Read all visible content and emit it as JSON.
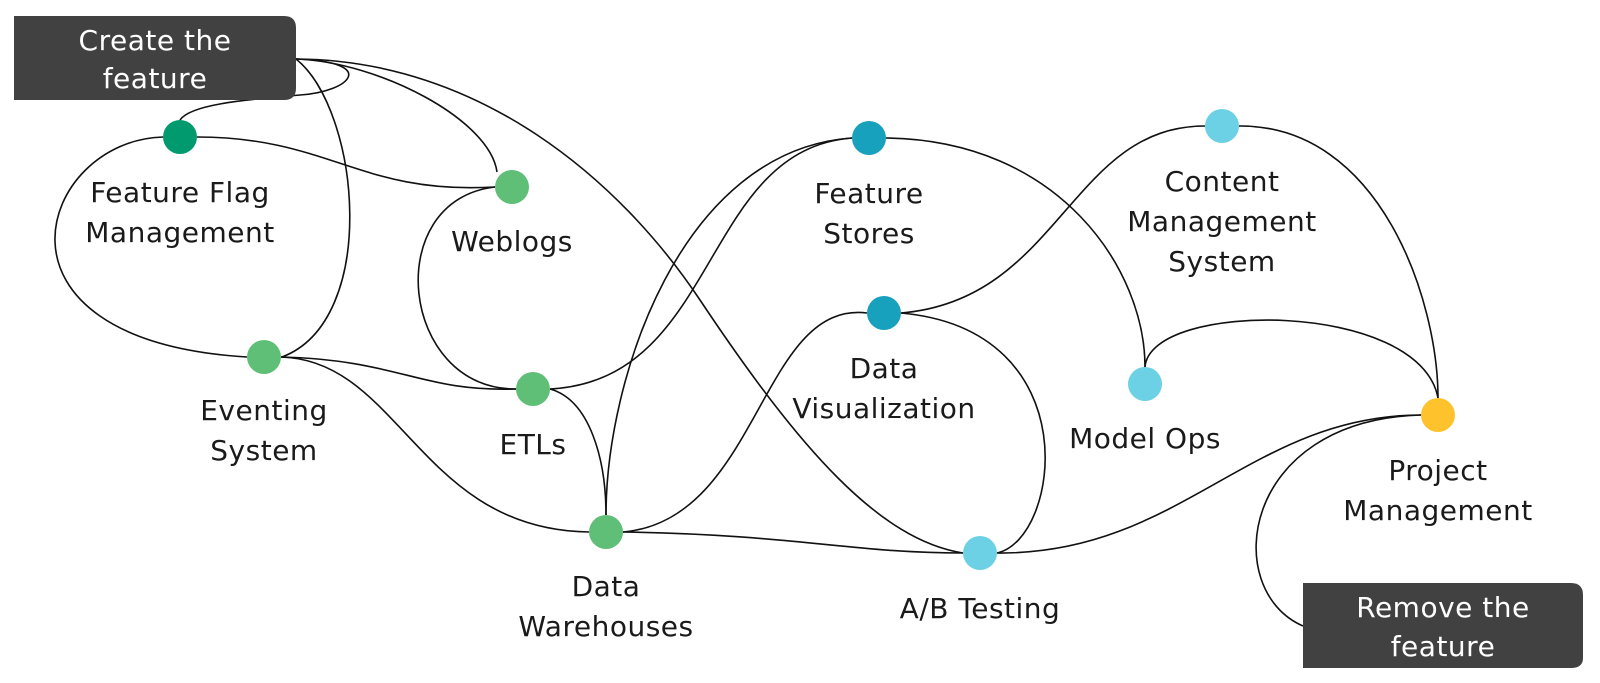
{
  "diagram": {
    "type": "network-flow",
    "start": {
      "id": "start",
      "label_lines": [
        "Create the",
        "feature"
      ],
      "color": "#414141"
    },
    "end": {
      "id": "end",
      "label_lines": [
        "Remove the",
        "feature"
      ],
      "color": "#414141"
    },
    "colors": {
      "dark_green": "#009a6e",
      "light_green": "#5fbf77",
      "dark_teal": "#17a1bc",
      "light_cyan": "#6dd1e6",
      "yellow": "#fec22d",
      "edge": "#111111"
    },
    "nodes": [
      {
        "id": "ffm",
        "label_lines": [
          "Feature Flag",
          "Management"
        ],
        "color": "#009a6e"
      },
      {
        "id": "web",
        "label_lines": [
          "Weblogs"
        ],
        "color": "#5fbf77"
      },
      {
        "id": "evt",
        "label_lines": [
          "Eventing",
          "System"
        ],
        "color": "#5fbf77"
      },
      {
        "id": "etl",
        "label_lines": [
          "ETLs"
        ],
        "color": "#5fbf77"
      },
      {
        "id": "dwh",
        "label_lines": [
          "Data",
          "Warehouses"
        ],
        "color": "#5fbf77"
      },
      {
        "id": "fs",
        "label_lines": [
          "Feature",
          "Stores"
        ],
        "color": "#17a1bc"
      },
      {
        "id": "dv",
        "label_lines": [
          "Data",
          "Visualization"
        ],
        "color": "#17a1bc"
      },
      {
        "id": "cms",
        "label_lines": [
          "Content",
          "Management",
          "System"
        ],
        "color": "#6dd1e6"
      },
      {
        "id": "mops",
        "label_lines": [
          "Model Ops"
        ],
        "color": "#6dd1e6"
      },
      {
        "id": "ab",
        "label_lines": [
          "A/B Testing"
        ],
        "color": "#6dd1e6"
      },
      {
        "id": "pm",
        "label_lines": [
          "Project",
          "Management"
        ],
        "color": "#fec22d"
      }
    ],
    "edges": [
      [
        "start",
        "ffm"
      ],
      [
        "start",
        "web"
      ],
      [
        "start",
        "evt"
      ],
      [
        "start",
        "ab"
      ],
      [
        "ffm",
        "web"
      ],
      [
        "ffm",
        "evt"
      ],
      [
        "web",
        "etl"
      ],
      [
        "evt",
        "etl"
      ],
      [
        "evt",
        "dwh"
      ],
      [
        "etl",
        "dwh"
      ],
      [
        "etl",
        "fs"
      ],
      [
        "dwh",
        "fs"
      ],
      [
        "dwh",
        "dv"
      ],
      [
        "dwh",
        "ab"
      ],
      [
        "fs",
        "mops"
      ],
      [
        "dv",
        "cms"
      ],
      [
        "dv",
        "ab"
      ],
      [
        "cms",
        "pm"
      ],
      [
        "mops",
        "pm"
      ],
      [
        "ab",
        "pm"
      ],
      [
        "pm",
        "end"
      ]
    ]
  }
}
